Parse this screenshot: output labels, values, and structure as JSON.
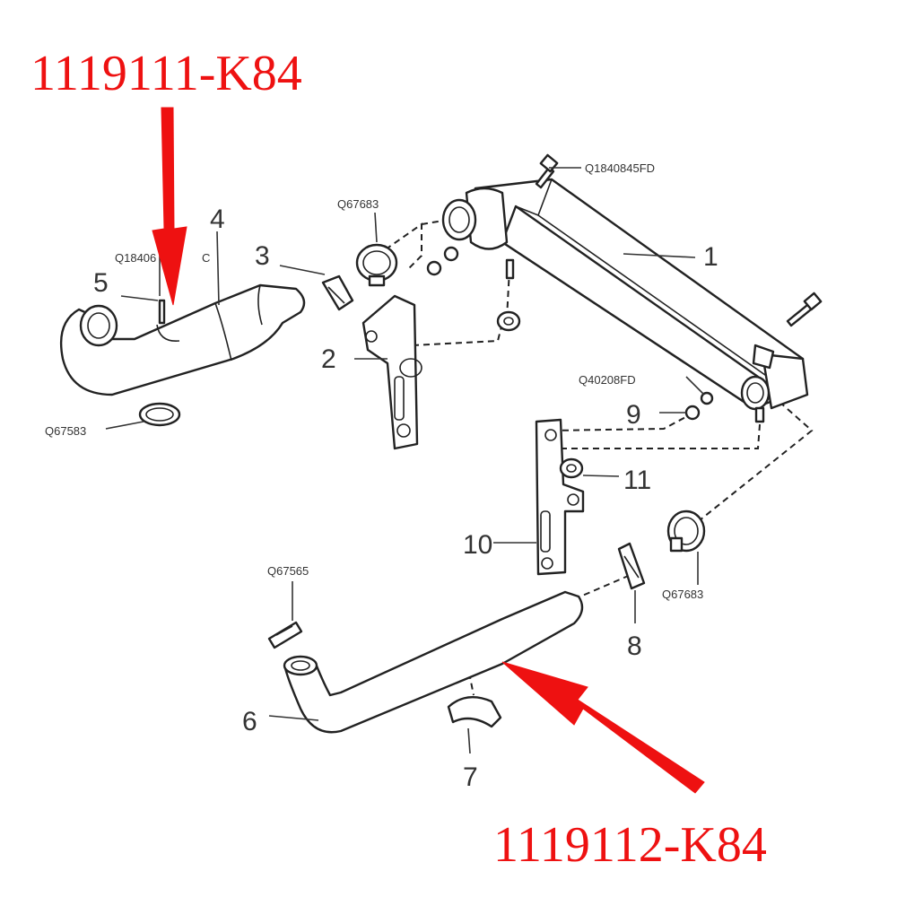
{
  "callouts": {
    "top_part_number": "1119111-K84",
    "bottom_part_number": "1119112-K84",
    "color": "#ee1111"
  },
  "item_numbers": {
    "n1": "1",
    "n2": "2",
    "n3": "3",
    "n4": "4",
    "n5": "5",
    "n6": "6",
    "n7": "7",
    "n8": "8",
    "n9": "9",
    "n10": "10",
    "n11": "11"
  },
  "codes": {
    "bolt_top": "Q1840845FD",
    "clamp_upper": "Q67683",
    "bolt_item5": "Q18406",
    "bolt_item5_tail": "C",
    "clamp_left": "Q67583",
    "nut_item9": "Q40208FD",
    "clamp_right": "Q67683",
    "clamp_item6": "Q67565"
  }
}
